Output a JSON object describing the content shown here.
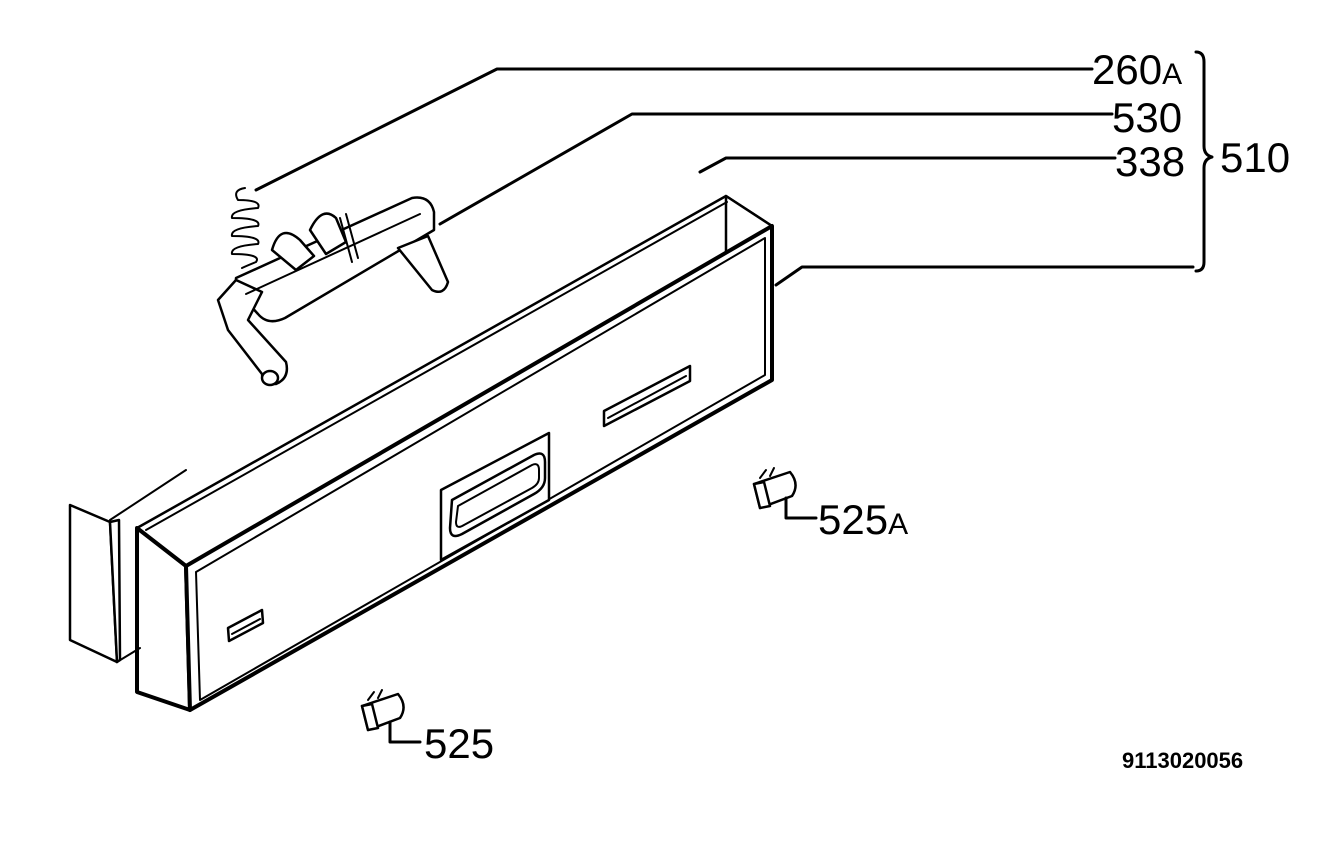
{
  "labels": {
    "p260_num": "260",
    "p260_suf": "A",
    "p530": "530",
    "p338": "338",
    "p510": "510",
    "p525a_num": "525",
    "p525a_suf": "A",
    "p525": "525"
  },
  "drawing_code": "9113020056"
}
